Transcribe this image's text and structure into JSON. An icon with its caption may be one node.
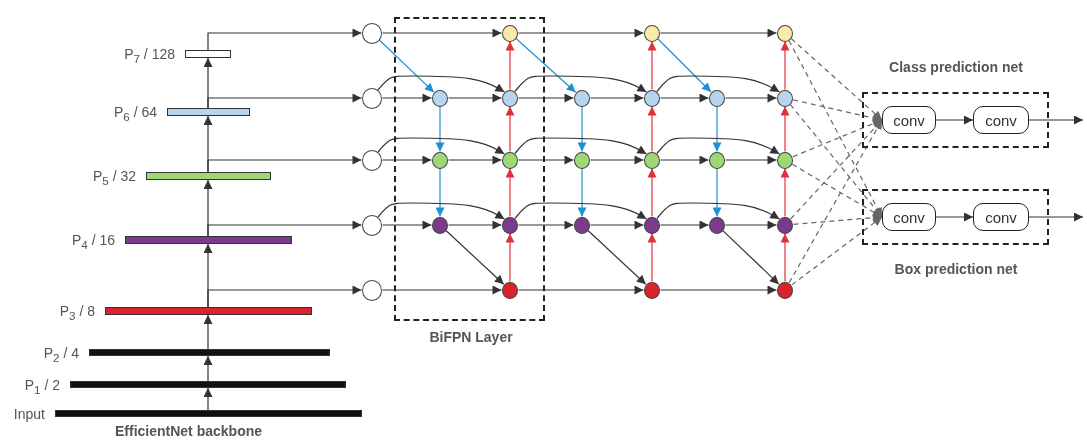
{
  "diagram": {
    "nodes": [
      {
        "text": [
          "P$_{7}$ / 128"
        ]
      },
      {
        "text": [
          "P$_{6}$ / 64"
        ]
      },
      {
        "text": [
          "P$_{5}$ / 32"
        ]
      },
      {
        "text": [
          "P$_{4}$ / 16"
        ]
      },
      {
        "text": [
          "P$_{3}$ / 8"
        ]
      },
      {
        "text": [
          "P$_{2}$ / 4"
        ]
      },
      {
        "text": [
          "P$_{1}$ / 2"
        ]
      },
      {
        "text": [
          "Input"
        ]
      },
      {
        "text": [
          "BiFPN Layer"
        ]
      },
      {
        "text": [],
        "shape": "circle"
      },
      {
        "text": [],
        "shape": "circle"
      },
      {
        "text": [],
        "shape": "circle"
      },
      {
        "text": [],
        "shape": "circle"
      },
      {
        "text": [],
        "shape": "circle"
      },
      {
        "text": [],
        "shape": "circle",
        "in": 8
      },
      {
        "text": [],
        "shape": "circle",
        "in": 8
      },
      {
        "text": [],
        "shape": "circle",
        "in": 8
      },
      {
        "text": [],
        "shape": "circle",
        "in": 8
      },
      {
        "text": [],
        "shape": "circle",
        "in": 8
      },
      {
        "text": [],
        "shape": "circle",
        "in": 8
      },
      {
        "text": [],
        "shape": "circle",
        "in": 8
      },
      {
        "text": [],
        "shape": "circle",
        "in": 8
      },
      {
        "text": [],
        "shape": "circle"
      },
      {
        "text": [],
        "shape": "circle"
      },
      {
        "text": [],
        "shape": "circle"
      },
      {
        "text": [],
        "shape": "circle"
      },
      {
        "text": [],
        "shape": "circle"
      },
      {
        "text": [],
        "shape": "circle"
      },
      {
        "text": [],
        "shape": "circle"
      },
      {
        "text": [],
        "shape": "circle"
      },
      {
        "text": [],
        "shape": "circle"
      },
      {
        "text": [],
        "shape": "circle"
      },
      {
        "text": [],
        "shape": "circle"
      },
      {
        "text": [],
        "shape": "circle"
      },
      {
        "text": [],
        "shape": "circle"
      },
      {
        "text": [],
        "shape": "circle"
      },
      {
        "text": [],
        "shape": "circle"
      },
      {
        "text": [],
        "shape": "circle"
      },
      {
        "text": [
          "Class prediction net"
        ]
      },
      {
        "text": [
          "conv"
        ],
        "in": 38
      },
      {
        "text": [
          "conv"
        ],
        "in": 38
      },
      {
        "text": [
          "Box prediction net"
        ]
      },
      {
        "text": [
          "conv"
        ],
        "in": 41
      },
      {
        "text": [
          "conv"
        ],
        "in": 41
      }
    ],
    "edges": [
      {
        "from": 7,
        "to": 6,
        "arrow": "to"
      },
      {
        "from": 6,
        "to": 5,
        "arrow": "to"
      },
      {
        "from": 5,
        "to": 4,
        "arrow": "to"
      },
      {
        "from": 4,
        "to": 3,
        "arrow": "to"
      },
      {
        "from": 3,
        "to": 2,
        "arrow": "to"
      },
      {
        "from": 2,
        "to": 1,
        "arrow": "to"
      },
      {
        "from": 1,
        "to": 0,
        "arrow": "to"
      },
      {
        "from": 0,
        "to": 9,
        "arrow": "to"
      },
      {
        "from": 1,
        "to": 10,
        "arrow": "to"
      },
      {
        "from": 2,
        "to": 11,
        "arrow": "to"
      },
      {
        "from": 3,
        "to": 12,
        "arrow": "to"
      },
      {
        "from": 4,
        "to": 13,
        "arrow": "to"
      },
      {
        "from": 9,
        "to": 17,
        "arrow": "to"
      },
      {
        "from": 9,
        "to": 14,
        "arrow": "to",
        "color": "#1f8fd6"
      },
      {
        "from": 10,
        "to": 14,
        "arrow": "to"
      },
      {
        "from": 10,
        "to": 18,
        "arrow": "to"
      },
      {
        "from": 14,
        "to": 15,
        "arrow": "to",
        "color": "#1f8fd6"
      },
      {
        "from": 14,
        "to": 18,
        "arrow": "to"
      },
      {
        "from": 11,
        "to": 15,
        "arrow": "to"
      },
      {
        "from": 11,
        "to": 19,
        "arrow": "to"
      },
      {
        "from": 15,
        "to": 16,
        "arrow": "to",
        "color": "#1f8fd6"
      },
      {
        "from": 15,
        "to": 19,
        "arrow": "to"
      },
      {
        "from": 12,
        "to": 16,
        "arrow": "to"
      },
      {
        "from": 12,
        "to": 20,
        "arrow": "to"
      },
      {
        "from": 16,
        "to": 21,
        "arrow": "to"
      },
      {
        "from": 16,
        "to": 20,
        "arrow": "to"
      },
      {
        "from": 13,
        "to": 21,
        "arrow": "to"
      },
      {
        "from": 21,
        "to": 20,
        "arrow": "to",
        "color": "#e0303a"
      },
      {
        "from": 20,
        "to": 19,
        "arrow": "to",
        "color": "#e0303a"
      },
      {
        "from": 19,
        "to": 18,
        "arrow": "to",
        "color": "#e0303a"
      },
      {
        "from": 18,
        "to": 17,
        "arrow": "to",
        "color": "#e0303a"
      },
      {
        "from": 17,
        "to": 25,
        "arrow": "to"
      },
      {
        "from": 17,
        "to": 22,
        "arrow": "to",
        "color": "#1f8fd6"
      },
      {
        "from": 18,
        "to": 22,
        "arrow": "to"
      },
      {
        "from": 18,
        "to": 26,
        "arrow": "to"
      },
      {
        "from": 22,
        "to": 23,
        "arrow": "to",
        "color": "#1f8fd6"
      },
      {
        "from": 22,
        "to": 26,
        "arrow": "to"
      },
      {
        "from": 19,
        "to": 23,
        "arrow": "to"
      },
      {
        "from": 19,
        "to": 27,
        "arrow": "to"
      },
      {
        "from": 23,
        "to": 24,
        "arrow": "to",
        "color": "#1f8fd6"
      },
      {
        "from": 23,
        "to": 27,
        "arrow": "to"
      },
      {
        "from": 20,
        "to": 24,
        "arrow": "to"
      },
      {
        "from": 20,
        "to": 28,
        "arrow": "to"
      },
      {
        "from": 24,
        "to": 29,
        "arrow": "to"
      },
      {
        "from": 24,
        "to": 28,
        "arrow": "to"
      },
      {
        "from": 21,
        "to": 29,
        "arrow": "to"
      },
      {
        "from": 29,
        "to": 28,
        "arrow": "to",
        "color": "#e0303a"
      },
      {
        "from": 28,
        "to": 27,
        "arrow": "to",
        "color": "#e0303a"
      },
      {
        "from": 27,
        "to": 26,
        "arrow": "to",
        "color": "#e0303a"
      },
      {
        "from": 26,
        "to": 25,
        "arrow": "to",
        "color": "#e0303a"
      },
      {
        "from": 25,
        "to": 33,
        "arrow": "to"
      },
      {
        "from": 25,
        "to": 30,
        "arrow": "to",
        "color": "#1f8fd6"
      },
      {
        "from": 26,
        "to": 30,
        "arrow": "to"
      },
      {
        "from": 26,
        "to": 34,
        "arrow": "to"
      },
      {
        "from": 30,
        "to": 31,
        "arrow": "to",
        "color": "#1f8fd6"
      },
      {
        "from": 30,
        "to": 34,
        "arrow": "to"
      },
      {
        "from": 27,
        "to": 31,
        "arrow": "to"
      },
      {
        "from": 27,
        "to": 35,
        "arrow": "to"
      },
      {
        "from": 31,
        "to": 32,
        "arrow": "to",
        "color": "#1f8fd6"
      },
      {
        "from": 31,
        "to": 35,
        "arrow": "to"
      },
      {
        "from": 28,
        "to": 32,
        "arrow": "to"
      },
      {
        "from": 28,
        "to": 36,
        "arrow": "to"
      },
      {
        "from": 32,
        "to": 37,
        "arrow": "to"
      },
      {
        "from": 32,
        "to": 36,
        "arrow": "to"
      },
      {
        "from": 29,
        "to": 37,
        "arrow": "to"
      },
      {
        "from": 37,
        "to": 36,
        "arrow": "to",
        "color": "#e0303a"
      },
      {
        "from": 36,
        "to": 35,
        "arrow": "to",
        "color": "#e0303a"
      },
      {
        "from": 35,
        "to": 34,
        "arrow": "to",
        "color": "#e0303a"
      },
      {
        "from": 34,
        "to": 33,
        "arrow": "to",
        "color": "#e0303a"
      },
      {
        "from": 33,
        "to": 39,
        "arrow": "to",
        "style": "dashed"
      },
      {
        "from": 34,
        "to": 39,
        "arrow": "to",
        "style": "dashed"
      },
      {
        "from": 35,
        "to": 39,
        "arrow": "to",
        "style": "dashed"
      },
      {
        "from": 36,
        "to": 39,
        "arrow": "to",
        "style": "dashed"
      },
      {
        "from": 37,
        "to": 39,
        "arrow": "to",
        "style": "dashed"
      },
      {
        "from": 33,
        "to": 42,
        "arrow": "to",
        "style": "dashed"
      },
      {
        "from": 34,
        "to": 42,
        "arrow": "to",
        "style": "dashed"
      },
      {
        "from": 35,
        "to": 42,
        "arrow": "to",
        "style": "dashed"
      },
      {
        "from": 36,
        "to": 42,
        "arrow": "to",
        "style": "dashed"
      },
      {
        "from": 37,
        "to": 42,
        "arrow": "to",
        "style": "dashed"
      },
      {
        "from": 39,
        "to": 40,
        "arrow": "to"
      },
      {
        "from": 42,
        "to": 43,
        "arrow": "to"
      },
      {
        "from": 40,
        "to": null,
        "arrow": "to"
      },
      {
        "from": 43,
        "to": null,
        "arrow": "to"
      }
    ],
    "labels": [
      "EfficientNet backbone"
    ]
  }
}
